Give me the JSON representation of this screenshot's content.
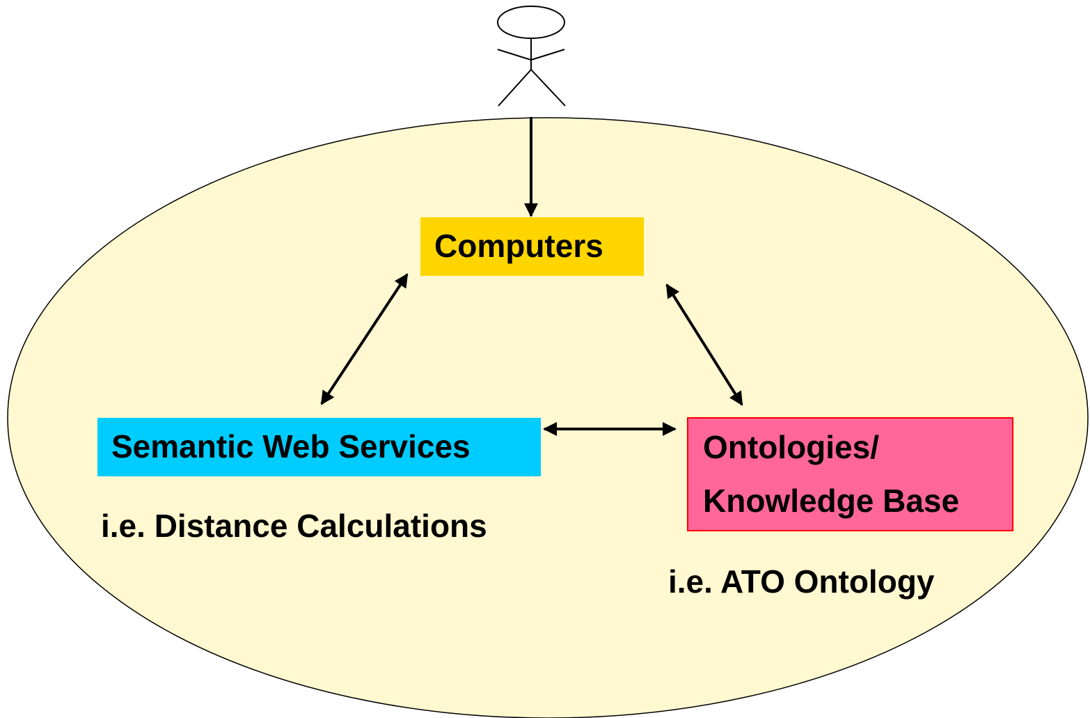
{
  "diagram": {
    "nodes": {
      "computers": {
        "label": "Computers",
        "color": "#FFD500"
      },
      "semantic_web_services": {
        "label": "Semantic Web Services",
        "color": "#00CCFF"
      },
      "ontologies": {
        "label_line1": "Ontologies/",
        "label_line2": "Knowledge Base",
        "color": "#FF6699",
        "border_color": "#FF0000"
      }
    },
    "annotations": {
      "semantic_example": "i.e. Distance Calculations",
      "ontology_example": "i.e. ATO Ontology"
    },
    "environment": {
      "fill": "#FFF8D0"
    },
    "edges": [
      {
        "from": "user",
        "to": "computers",
        "direction": "one-way"
      },
      {
        "from": "computers",
        "to": "semantic_web_services",
        "direction": "two-way"
      },
      {
        "from": "computers",
        "to": "ontologies",
        "direction": "two-way"
      },
      {
        "from": "semantic_web_services",
        "to": "ontologies",
        "direction": "two-way"
      }
    ]
  }
}
